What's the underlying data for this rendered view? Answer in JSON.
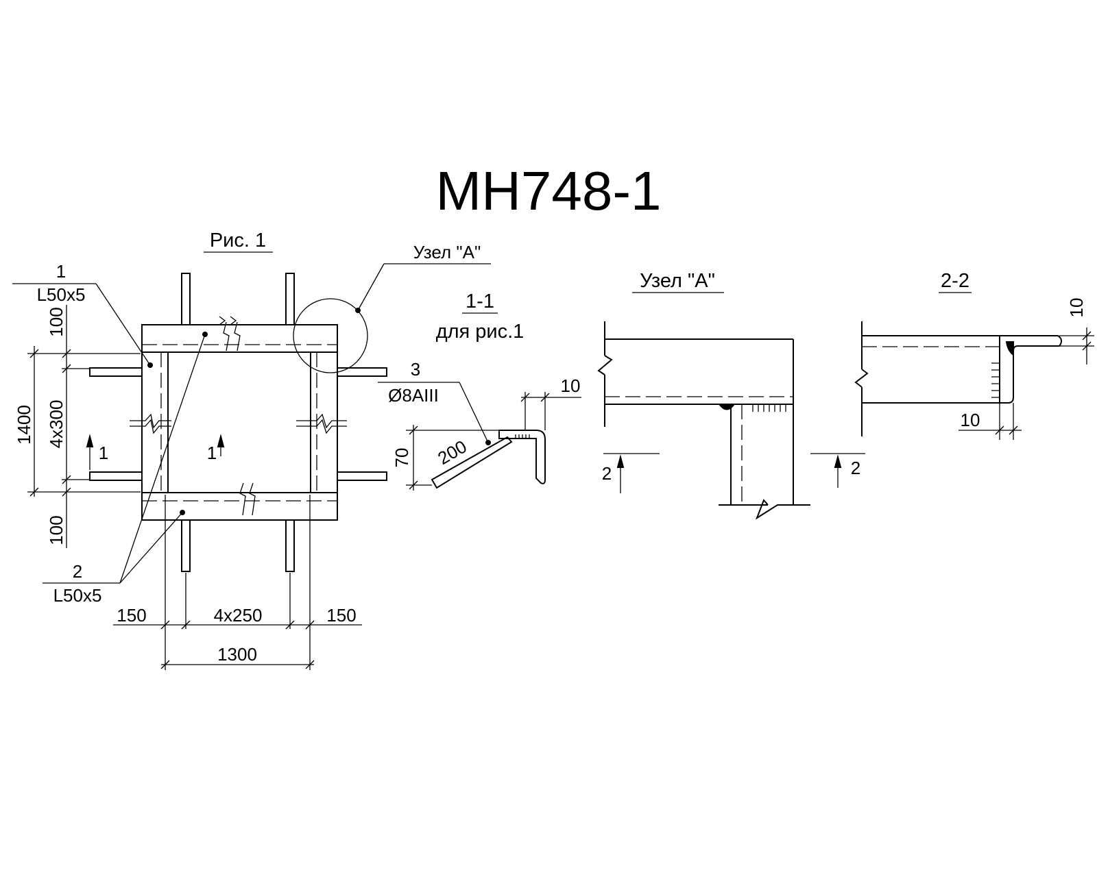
{
  "title": "МН748-1",
  "fig1": {
    "caption": "Рис. 1",
    "callout_1_num": "1",
    "callout_1_profile": "L50x5",
    "callout_2_num": "2",
    "callout_2_profile": "L50x5",
    "node_callout": "Узел \"А\"",
    "section_mark_left": "1",
    "section_mark_center": "1",
    "dims": {
      "top_offset": "100",
      "bottom_offset": "100",
      "height_total": "1400",
      "height_spacing": "4x300",
      "left_offset": "150",
      "width_spacing": "4x250",
      "right_offset": "150",
      "width_total": "1300"
    }
  },
  "section_1_1": {
    "title": "1-1",
    "subtitle": "для рис.1",
    "callout_num": "3",
    "callout_rebar": "Ø8AIII",
    "dim_top": "10",
    "dim_height": "70",
    "dim_length": "200"
  },
  "node_a": {
    "title": "Узел \"А\"",
    "section_mark_left": "2",
    "section_mark_right": "2"
  },
  "section_2_2": {
    "title": "2-2",
    "dim_vertical": "10",
    "dim_horizontal": "10"
  }
}
